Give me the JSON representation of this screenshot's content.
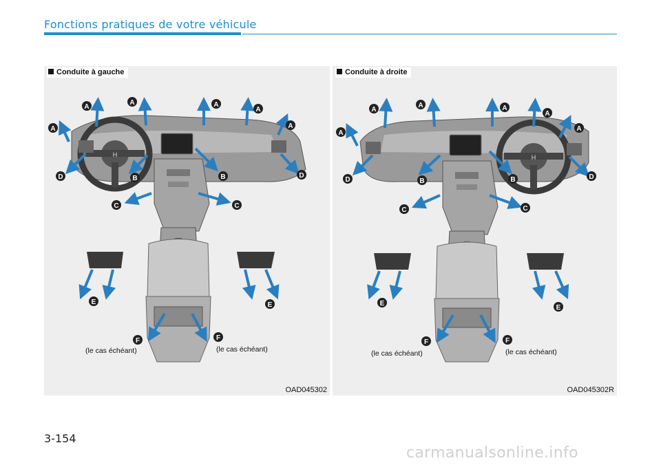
{
  "header": {
    "title": "Fonctions pratiques de votre véhicule"
  },
  "figures": [
    {
      "caption": "Conduite à gauche",
      "code": "OAD045302",
      "note_left": "(le cas échéant)",
      "note_right": "(le cas échéant)"
    },
    {
      "caption": "Conduite à droite",
      "code": "OAD045302R",
      "note_left": "(le cas échéant)",
      "note_right": "(le cas échéant)"
    }
  ],
  "vent_labels": {
    "a": "A",
    "b": "B",
    "c": "C",
    "d": "D",
    "e": "E",
    "f": "F"
  },
  "page_number": "3-154",
  "watermark": "carmanualsonline.info",
  "colors": {
    "accent": "#1a8fce",
    "airflow": "#2a7fc0",
    "label_fill": "#222222"
  }
}
